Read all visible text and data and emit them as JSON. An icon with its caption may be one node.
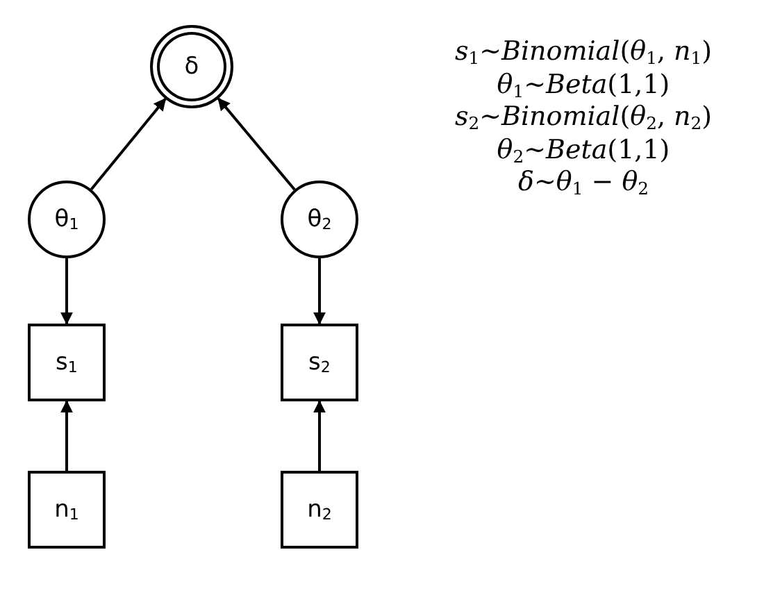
{
  "diagram": {
    "nodes": [
      {
        "text": [
          "δ"
        ]
      },
      {
        "text": [
          "θ$_{1}$"
        ]
      },
      {
        "text": [
          "θ$_{2}$"
        ]
      },
      {
        "text": [
          "s$_{1}$"
        ]
      },
      {
        "text": [
          "s$_{2}$"
        ]
      },
      {
        "text": [
          "n$_{1}$"
        ]
      },
      {
        "text": [
          "n$_{2}$"
        ]
      }
    ],
    "edges": [
      {
        "from": 1,
        "to": 0,
        "arrow": "to"
      },
      {
        "from": 2,
        "to": 0,
        "arrow": "to"
      },
      {
        "from": 1,
        "to": 3,
        "arrow": "to"
      },
      {
        "from": 2,
        "to": 4,
        "arrow": "to"
      },
      {
        "from": 5,
        "to": 3,
        "arrow": "to"
      },
      {
        "from": 6,
        "to": 4,
        "arrow": "to"
      }
    ],
    "labels": [
      "*s*$_{1}$~*Binomial*(*θ*$_{1}$, *n*$_{1}$)",
      "*θ*$_{1}$~*Beta*(1,1)",
      "*s*$_{2}$~*Binomial*(*θ*$_{2}$, *n*$_{2}$)",
      "*θ*$_{2}$~*Beta*(1,1)",
      "*δ*~*θ*$_{1}$ − *θ*$_{2}$"
    ]
  }
}
